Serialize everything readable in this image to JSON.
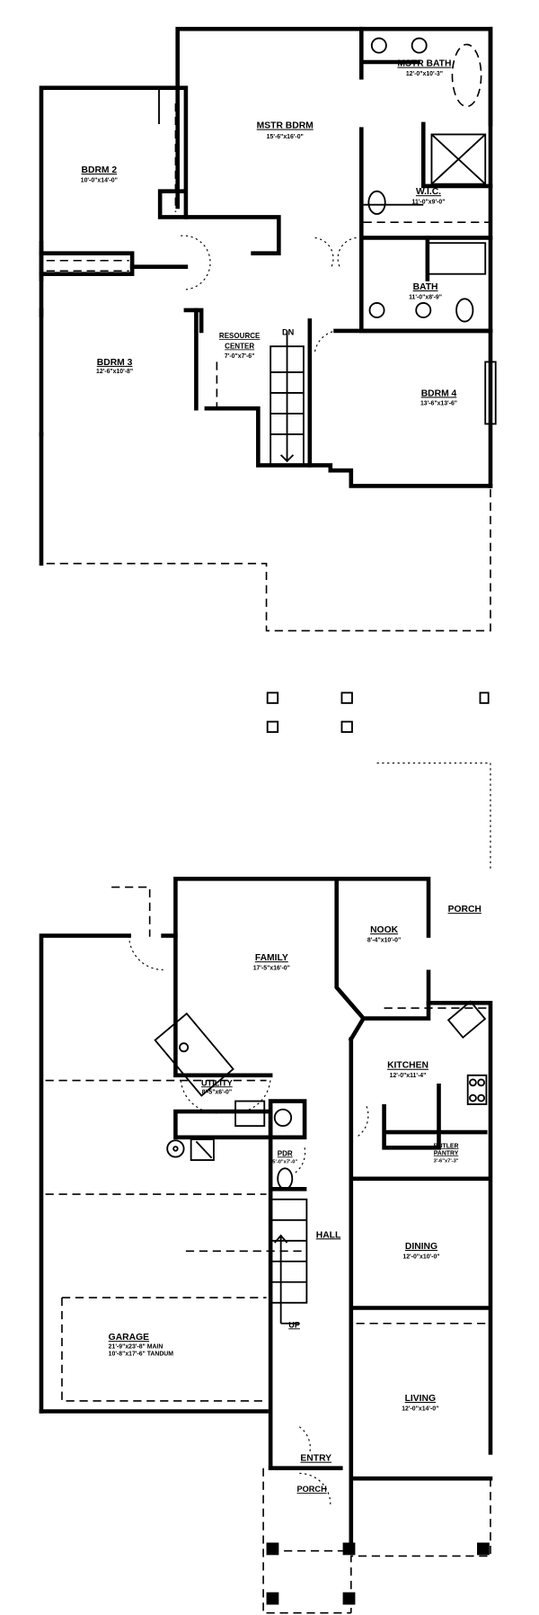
{
  "upper_floor": {
    "rooms": [
      {
        "name": "MSTR BDRM",
        "size": "15'-6\"x16'-0\""
      },
      {
        "name": "MSTR BATH",
        "size": "12'-0\"x10'-3\""
      },
      {
        "name": "W.I.C.",
        "size": "11'-0\"x9'-0\""
      },
      {
        "name": "BDRM 2",
        "size": "10'-0\"x14'-0\""
      },
      {
        "name": "BATH",
        "size": "11'-0\"x8'-9\""
      },
      {
        "name": "BDRM 3",
        "size": "12'-6\"x10'-8\""
      },
      {
        "name": "RESOURCE",
        "line2": "CENTER",
        "size": "7'-0\"x7'-6\""
      },
      {
        "name": "BDRM 4",
        "size": "13'-6\"x13'-6\""
      }
    ],
    "stair_label": "DN"
  },
  "lower_floor": {
    "rooms": [
      {
        "name": "FAMILY",
        "size": "17'-5\"x16'-0\""
      },
      {
        "name": "NOOK",
        "size": "8'-4\"x10'-0\""
      },
      {
        "name": "PORCH"
      },
      {
        "name": "KITCHEN",
        "size": "12'-0\"x11'-4\""
      },
      {
        "name": "UTILITY",
        "size": "8'-5\"x6'-0\""
      },
      {
        "name": "PDR",
        "size": "5'-0\"x7'-0\""
      },
      {
        "name": "BUTLER",
        "line2": "PANTRY",
        "size": "3'-6\"x7'-3\""
      },
      {
        "name": "HALL"
      },
      {
        "name": "DINING",
        "size": "12'-0\"x10'-0\""
      },
      {
        "name": "GARAGE",
        "size": "21'-9\"x23'-8\" MAIN",
        "size2": "10'-8\"x17'-6\" TANDUM"
      },
      {
        "name": "LIVING",
        "size": "12'-0\"x14'-0\""
      },
      {
        "name": "ENTRY"
      },
      {
        "name": "PORCH"
      }
    ],
    "stair_label": "UP"
  }
}
